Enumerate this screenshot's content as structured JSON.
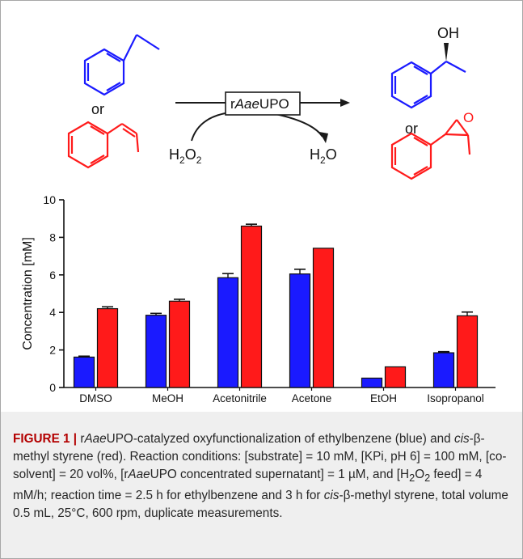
{
  "scheme": {
    "or_top": "or",
    "or_right": "or",
    "enzyme": "rAaeUPO",
    "h2o2_label": "H2O2",
    "h2o_label": "H2O",
    "oh_label": "OH",
    "epoxide_o": "O",
    "colors": {
      "ethylbenzene": "#1a1aff",
      "cis_methylstyrene": "#ff1a1a",
      "arrow": "#1a1a1a"
    }
  },
  "chart_data": {
    "type": "bar",
    "ylabel": "Concentration [mM]",
    "ylim": [
      0,
      10
    ],
    "yticks": [
      "0",
      "2",
      "4",
      "6",
      "8",
      "10"
    ],
    "categories": [
      "DMSO",
      "MeOH",
      "Acetonitrile",
      "Acetone",
      "EtOH",
      "Isopropanol"
    ],
    "series": [
      {
        "color": "#1a1aff",
        "values": [
          1.62,
          3.85,
          5.85,
          6.05,
          0.5,
          1.85
        ],
        "errors": [
          0.05,
          0.1,
          0.22,
          0.25,
          0.0,
          0.06
        ]
      },
      {
        "color": "#ff1a1a",
        "values": [
          4.2,
          4.6,
          8.6,
          7.42,
          1.1,
          3.82
        ],
        "errors": [
          0.1,
          0.1,
          0.1,
          0.0,
          0.0,
          0.2
        ]
      }
    ],
    "grid": false
  },
  "caption": {
    "label": "FIGURE 1 |",
    "enzyme_prefix": "r",
    "enzyme_italic": "Aae",
    "enzyme_suffix": "UPO",
    "text_1": "-catalyzed oxyfunctionalization of ethylbenzene (blue) and ",
    "cis": "cis",
    "text_2": "-β-methyl styrene (red). Reaction conditions: [substrate] = 10 mM, [KPi, pH 6] = 100 mM, [co-solvent] = 20 vol%, [r",
    "text_3": "UPO concentrated supernatant] = 1 µM, and [H",
    "sub_2a": "2",
    "O": "O",
    "sub_2b": "2",
    "text_4": " feed] = 4 mM/h; reaction time = 2.5 h for ethylbenzene and 3 h for ",
    "text_5": "-β-methyl styrene, total volume 0.5 mL, 25°C, 600 rpm, duplicate measurements."
  }
}
